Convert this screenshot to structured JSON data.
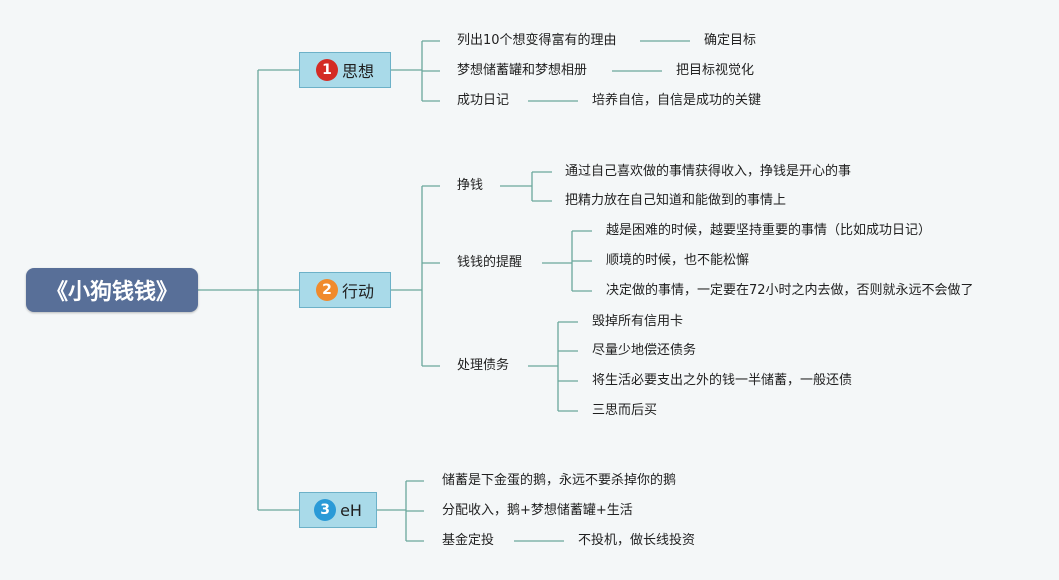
{
  "root": {
    "title": "《小狗钱钱》"
  },
  "branches": [
    {
      "number": "1",
      "label": "思想",
      "items": [
        {
          "text": "列出10个想变得富有的理由",
          "result": "确定目标"
        },
        {
          "text": "梦想储蓄罐和梦想相册",
          "result": "把目标视觉化"
        },
        {
          "text": "成功日记",
          "result": "培养自信，自信是成功的关键"
        }
      ]
    },
    {
      "number": "2",
      "label": "行动",
      "items": [
        {
          "text": "挣钱",
          "children": [
            "通过自己喜欢做的事情获得收入，挣钱是开心的事",
            "把精力放在自己知道和能做到的事情上"
          ]
        },
        {
          "text": "钱钱的提醒",
          "children": [
            "越是困难的时候，越要坚持重要的事情（比如成功日记）",
            "顺境的时候，也不能松懈",
            "决定做的事情，一定要在72小时之内去做，否则就永远不会做了"
          ]
        },
        {
          "text": "处理债务",
          "children": [
            "毁掉所有信用卡",
            "尽量少地偿还债务",
            "将生活必要支出之外的钱一半储蓄，一般还债",
            "三思而后买"
          ]
        }
      ]
    },
    {
      "number": "3",
      "label": "eH",
      "items": [
        {
          "text": "储蓄是下金蛋的鹅，永远不要杀掉你的鹅"
        },
        {
          "text": "分配收入，鹅+梦想储蓄罐+生活"
        },
        {
          "text": "基金定投",
          "result": "不投机，做长线投资"
        }
      ]
    }
  ],
  "colors": {
    "line": "#6aa79c",
    "root_bg": "#586f98",
    "branch_bg": "#a9dae9",
    "branch_border": "#6cb1c8"
  }
}
